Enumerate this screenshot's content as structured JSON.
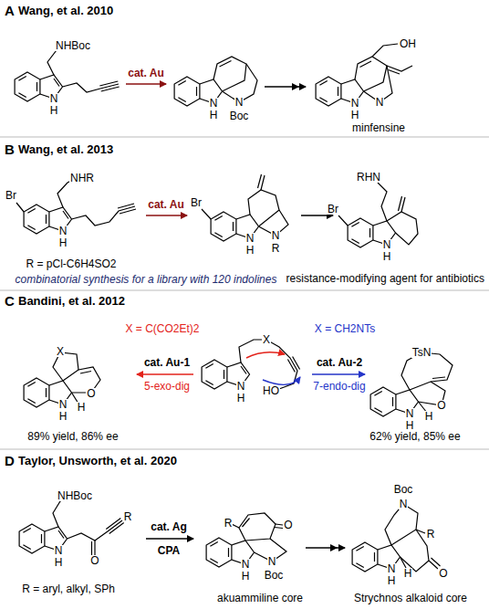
{
  "diagram": {
    "labels": [
      "A",
      "Wang, et al. 2010",
      "NHBoc",
      "N",
      "H",
      "cat. Au",
      "N",
      "H",
      "N",
      "Boc",
      "OH",
      "N",
      "H",
      "N",
      "minfensine",
      "B",
      "Wang, et al. 2013",
      "Br",
      "NHR",
      "N",
      "H",
      "cat. Au",
      "Br",
      "N",
      "H",
      "N",
      "R",
      "R = pCl-C6H4SO2",
      "combinatorial synthesis for a library with 120 indolines",
      "Br",
      "RHN",
      "N",
      "H",
      "resistance-modifying agent for antibiotics",
      "C",
      "Bandini, et al. 2012",
      "X",
      "O",
      "N",
      "H",
      "H",
      "89% yield, 86% ee",
      "X = C(CO2Et)2",
      "cat. Au-1",
      "5-exo-dig",
      "X",
      "HO",
      "N",
      "H",
      "X = CH2NTs",
      "cat. Au-2",
      "7-endo-dig",
      "TsN",
      "O",
      "N",
      "H",
      "H",
      "62% yield, 85% ee",
      "D",
      "Taylor, Unsworth, et al. 2020",
      "NHBoc",
      "O",
      "R",
      "N",
      "H",
      "R = aryl, alkyl, SPh",
      "cat. Ag",
      "CPA",
      "R",
      "O",
      "N",
      "H",
      "N",
      "Boc",
      "akuammiline core",
      "Boc",
      "N",
      "R",
      "O",
      "N",
      "H",
      "H",
      "Strychnos alkaloid core"
    ]
  }
}
